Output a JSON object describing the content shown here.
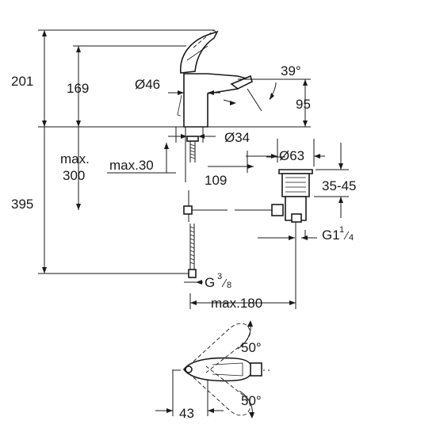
{
  "drawing": {
    "dimensions": {
      "overall_height": "201",
      "spout_height": "169",
      "body_diameter": "Ø46",
      "lever_angle": "39°",
      "lever_height": "95",
      "shank_diameter": "Ø34",
      "max_thickness_label_1": "max.",
      "max_thickness_label_2": "300",
      "max_deck": "max.30",
      "spout_reach": "109",
      "waste_diameter": "Ø63",
      "waste_adjust": "35-45",
      "total_depth": "395",
      "waste_thread": "G1",
      "waste_thread_num": "1",
      "waste_thread_den": "4",
      "hose_thread": "G",
      "hose_thread_num": "3",
      "hose_thread_den": "8",
      "max_reach": "max.180",
      "rotation_top": "50°",
      "rotation_bottom": "50°",
      "lever_offset": "43"
    }
  }
}
